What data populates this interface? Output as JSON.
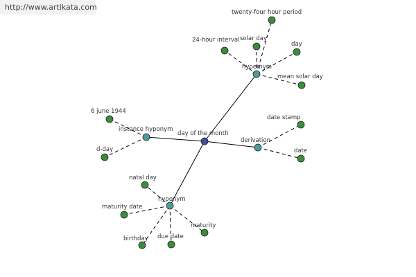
{
  "source": "http://www.artikata.com",
  "colors": {
    "center_node": "#3f4fa0",
    "relation_node": "#4f9a9a",
    "leaf_node": "#3f8a3f",
    "node_stroke": "#1a2a1a",
    "edge": "#000000"
  },
  "center": {
    "label": "day of the month"
  },
  "relations": [
    {
      "label": "hypernym",
      "leaves": [
        "twenty-four hour period",
        "24-hour interval",
        "solar day",
        "day",
        "mean solar day"
      ]
    },
    {
      "label": "instance hyponym",
      "leaves": [
        "6 june 1944",
        "d-day"
      ]
    },
    {
      "label": "derivation",
      "leaves": [
        "date stamp",
        "date"
      ]
    },
    {
      "label": "hyponym",
      "leaves": [
        "natal day",
        "maturity date",
        "birthday",
        "due date",
        "maturity"
      ]
    }
  ]
}
